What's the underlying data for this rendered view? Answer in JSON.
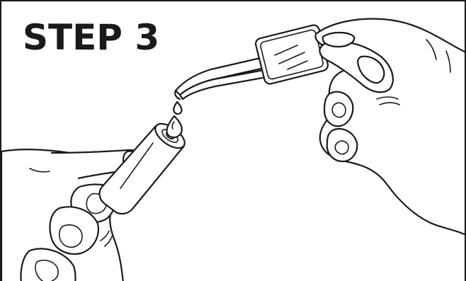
{
  "step": {
    "title": "STEP 3"
  },
  "colors": {
    "ink": "#1a1a1a",
    "background": "#ffffff"
  },
  "illustration": {
    "elements": [
      "left-hand",
      "vial",
      "drop",
      "tweezers",
      "slide-cover",
      "right-hand"
    ]
  }
}
